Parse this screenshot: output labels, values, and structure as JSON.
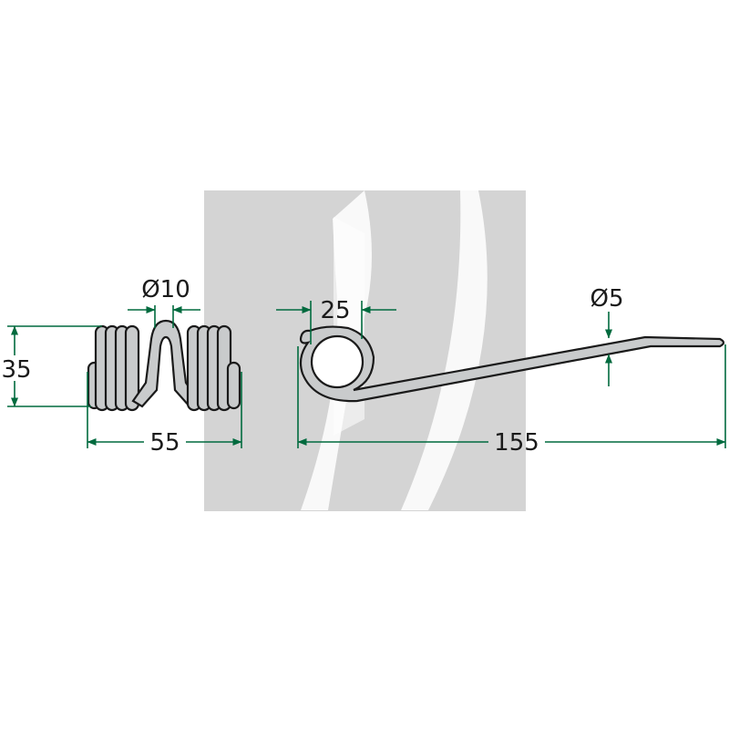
{
  "colors": {
    "background": "#ffffff",
    "watermark": "#d4d4d4",
    "watermark_cut": "#ffffff",
    "spring_fill": "#c9cbcc",
    "spring_stroke": "#1a1a1a",
    "dimension_line": "#006a3e"
  },
  "dimensions": {
    "wire_diameter_front": "Ø10",
    "height": "35",
    "width_front": "55",
    "coil_diameter": "25",
    "wire_diameter_side": "Ø5",
    "total_length": "155"
  }
}
